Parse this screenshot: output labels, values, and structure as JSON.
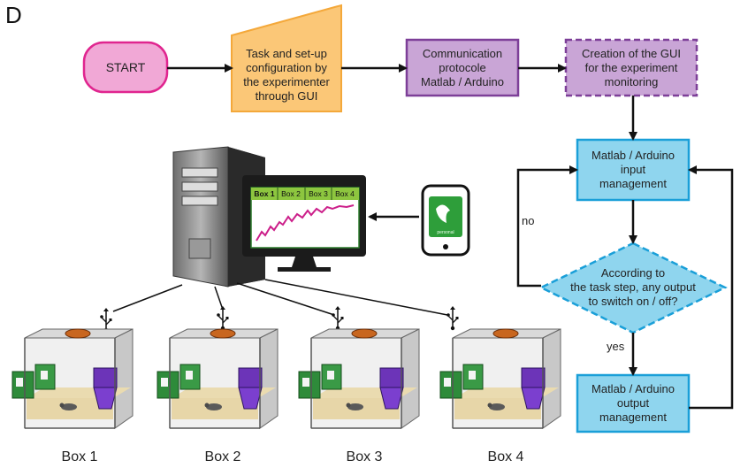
{
  "panel_letter": "D",
  "flow": {
    "start": "START",
    "task_setup": [
      "Task and set-up",
      "configuration by",
      "the experimenter",
      "through GUI"
    ],
    "communication": [
      "Communication",
      "protocole",
      "Matlab / Arduino"
    ],
    "gui_creation": [
      "Creation of the GUI",
      "for the experiment",
      "monitoring"
    ],
    "input_mgmt": [
      "Matlab / Arduino",
      "input",
      "management"
    ],
    "decision": [
      "According to",
      "the task step, any output",
      "to switch on / off?"
    ],
    "output_mgmt": [
      "Matlab / Arduino",
      "output",
      "management"
    ],
    "no_label": "no",
    "yes_label": "yes"
  },
  "monitor_tabs": [
    "Box 1",
    "Box 2",
    "Box 3",
    "Box 4"
  ],
  "boxes": [
    "Box 1",
    "Box 2",
    "Box 3",
    "Box 4"
  ],
  "phone_app_text": "personal",
  "colors": {
    "start_fill": "#f1a8d6",
    "start_stroke": "#e0258f",
    "orange_fill": "#fbc777",
    "orange_stroke": "#f4a83a",
    "purple_fill": "#c9a5d6",
    "purple_stroke": "#7d3f98",
    "blue_fill": "#8fd5ee",
    "blue_stroke": "#1a9fd8",
    "green_tab": "#8dc63f",
    "chart_line": "#cc1f8a"
  }
}
